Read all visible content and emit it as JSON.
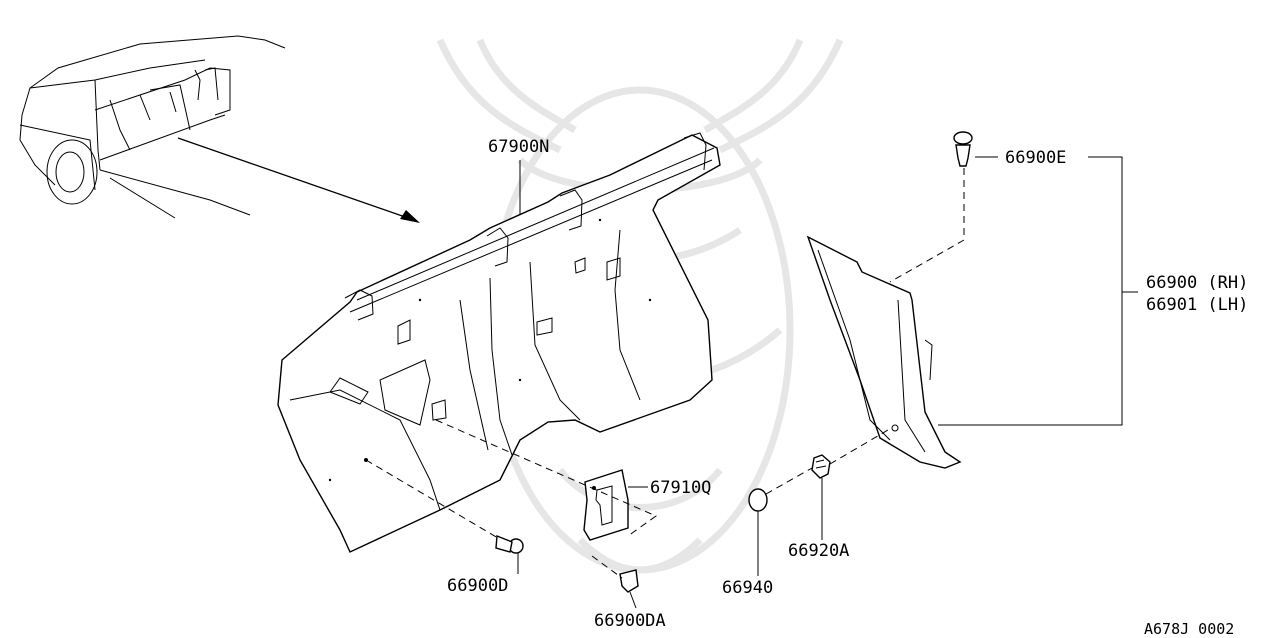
{
  "labels": {
    "p67900N": "67900N",
    "p66900E": "66900E",
    "p66900RH": "66900 (RH)",
    "p66901LH": "66901 (LH)",
    "p67910Q": "67910Q",
    "p66920A": "66920A",
    "p66940": "66940",
    "p66900D": "66900D",
    "p66900DA": "66900DA",
    "diagram_code": "A678J 0002"
  },
  "colors": {
    "line": "#000000",
    "watermark": "#e6e6e6",
    "background": "#ffffff"
  }
}
